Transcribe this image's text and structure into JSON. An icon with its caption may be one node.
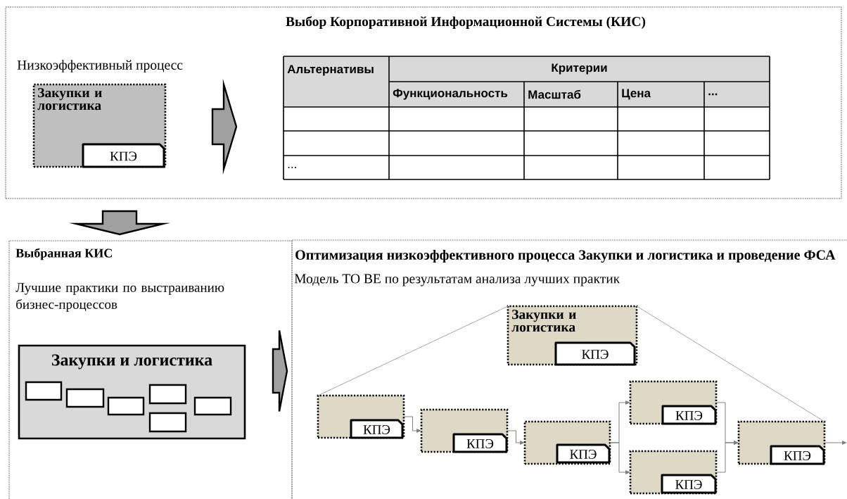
{
  "diagram": {
    "nodes": [
      {
        "text": [
          "Выбор Корпоративной  Информационной Системы (КИС)",
          "Низкоэффективный процесс"
        ]
      },
      {
        "text": [
          "Закупки и логистика"
        ],
        "in": 0
      },
      {
        "text": [
          "КПЭ"
        ],
        "in": 1
      },
      {
        "text": [
          "Альтернативы",
          "Критерии",
          "Функциональность",
          "Масштаб",
          "Цена",
          "...",
          "..."
        ],
        "in": 0
      },
      {
        "text": [
          "Выбранная КИС",
          "Лучшие практики по выстраиванию бизнес-процессов"
        ]
      },
      {
        "text": [
          "Закупки и логистика"
        ],
        "in": 4
      },
      {
        "text": [],
        "shape": "box",
        "in": 5
      },
      {
        "text": [],
        "shape": "box",
        "in": 5
      },
      {
        "text": [],
        "shape": "box",
        "in": 5
      },
      {
        "text": [],
        "shape": "box",
        "in": 5
      },
      {
        "text": [],
        "shape": "box",
        "in": 5
      },
      {
        "text": [],
        "shape": "box",
        "in": 5
      },
      {
        "text": [
          "Оптимизация низкоэффективного процесса Закупки и логистика и проведение ФСА",
          "Модель ТО ВЕ по результатам  анализа лучших практик"
        ]
      },
      {
        "text": [
          "Закупки и логистика"
        ],
        "in": 12
      },
      {
        "text": [
          "КПЭ"
        ],
        "in": 13
      },
      {
        "text": [],
        "shape": "box",
        "in": 12
      },
      {
        "text": [
          "КПЭ"
        ],
        "in": 15
      },
      {
        "text": [],
        "shape": "box",
        "in": 12
      },
      {
        "text": [
          "КПЭ"
        ],
        "in": 17
      },
      {
        "text": [],
        "shape": "box",
        "in": 12
      },
      {
        "text": [
          "КПЭ"
        ],
        "in": 19
      },
      {
        "text": [],
        "shape": "box",
        "in": 12
      },
      {
        "text": [
          "КПЭ"
        ],
        "in": 21
      },
      {
        "text": [],
        "shape": "box",
        "in": 12
      },
      {
        "text": [
          "КПЭ"
        ],
        "in": 23
      },
      {
        "text": [],
        "shape": "box",
        "in": 12
      },
      {
        "text": [
          "КПЭ"
        ],
        "in": 25
      }
    ],
    "edges": [
      {
        "from": 1,
        "to": 3,
        "arrow": "to",
        "style": "thick"
      },
      {
        "from": 0,
        "to": 4,
        "arrow": "to",
        "style": "thick"
      },
      {
        "from": 4,
        "to": 12,
        "arrow": "to",
        "style": "thick"
      },
      {
        "from": 13,
        "to": 15,
        "arrow": "none",
        "color": "#a6a6a6"
      },
      {
        "from": 13,
        "to": 25,
        "arrow": "none",
        "color": "#a6a6a6"
      },
      {
        "from": 15,
        "to": 17,
        "arrow": "to"
      },
      {
        "from": 17,
        "to": 19,
        "arrow": "to"
      },
      {
        "from": 19,
        "to": 21,
        "arrow": "to"
      },
      {
        "from": 19,
        "to": 23,
        "arrow": "to"
      },
      {
        "from": 21,
        "to": 25,
        "arrow": "to"
      },
      {
        "from": 23,
        "to": 25,
        "arrow": "to"
      },
      {
        "from": 25,
        "to": null,
        "arrow": "to"
      }
    ]
  }
}
